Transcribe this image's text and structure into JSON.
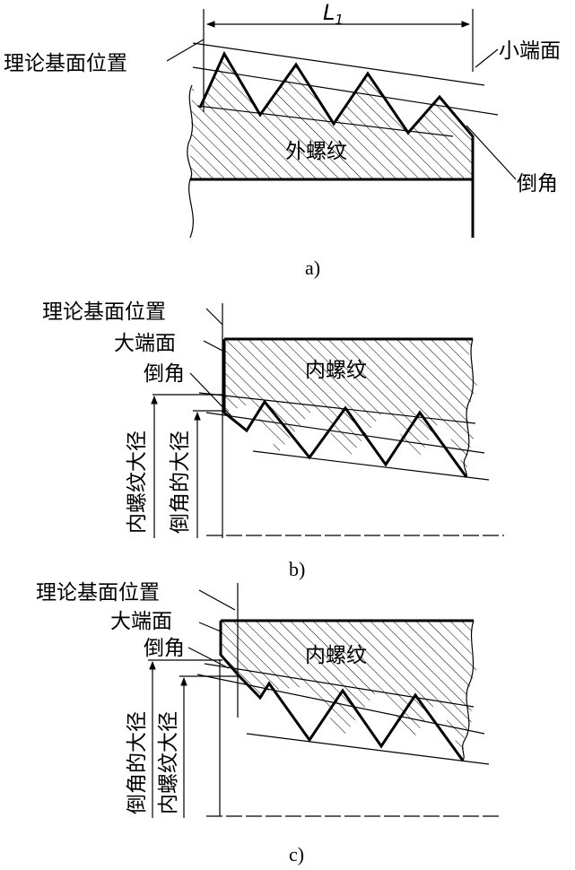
{
  "figure_a": {
    "dimension_label": "L",
    "dimension_subscript": "1",
    "label_theoretical_plane": "理论基面位置",
    "label_small_end_face": "小端面",
    "label_external_thread": "外螺纹",
    "label_chamfer": "倒角",
    "caption": "a)"
  },
  "figure_b": {
    "label_theoretical_plane": "理论基面位置",
    "label_large_end_face": "大端面",
    "label_chamfer": "倒角",
    "label_internal_thread": "内螺纹",
    "label_internal_major_diameter": "内螺纹大径",
    "label_chamfer_major_diameter": "倒角的大径",
    "caption": "b)"
  },
  "figure_c": {
    "label_theoretical_plane": "理论基面位置",
    "label_large_end_face": "大端面",
    "label_chamfer": "倒角",
    "label_internal_thread": "内螺纹",
    "label_chamfer_major_diameter": "倒角的大径",
    "label_internal_major_diameter": "内螺纹大径",
    "caption": "c)"
  }
}
